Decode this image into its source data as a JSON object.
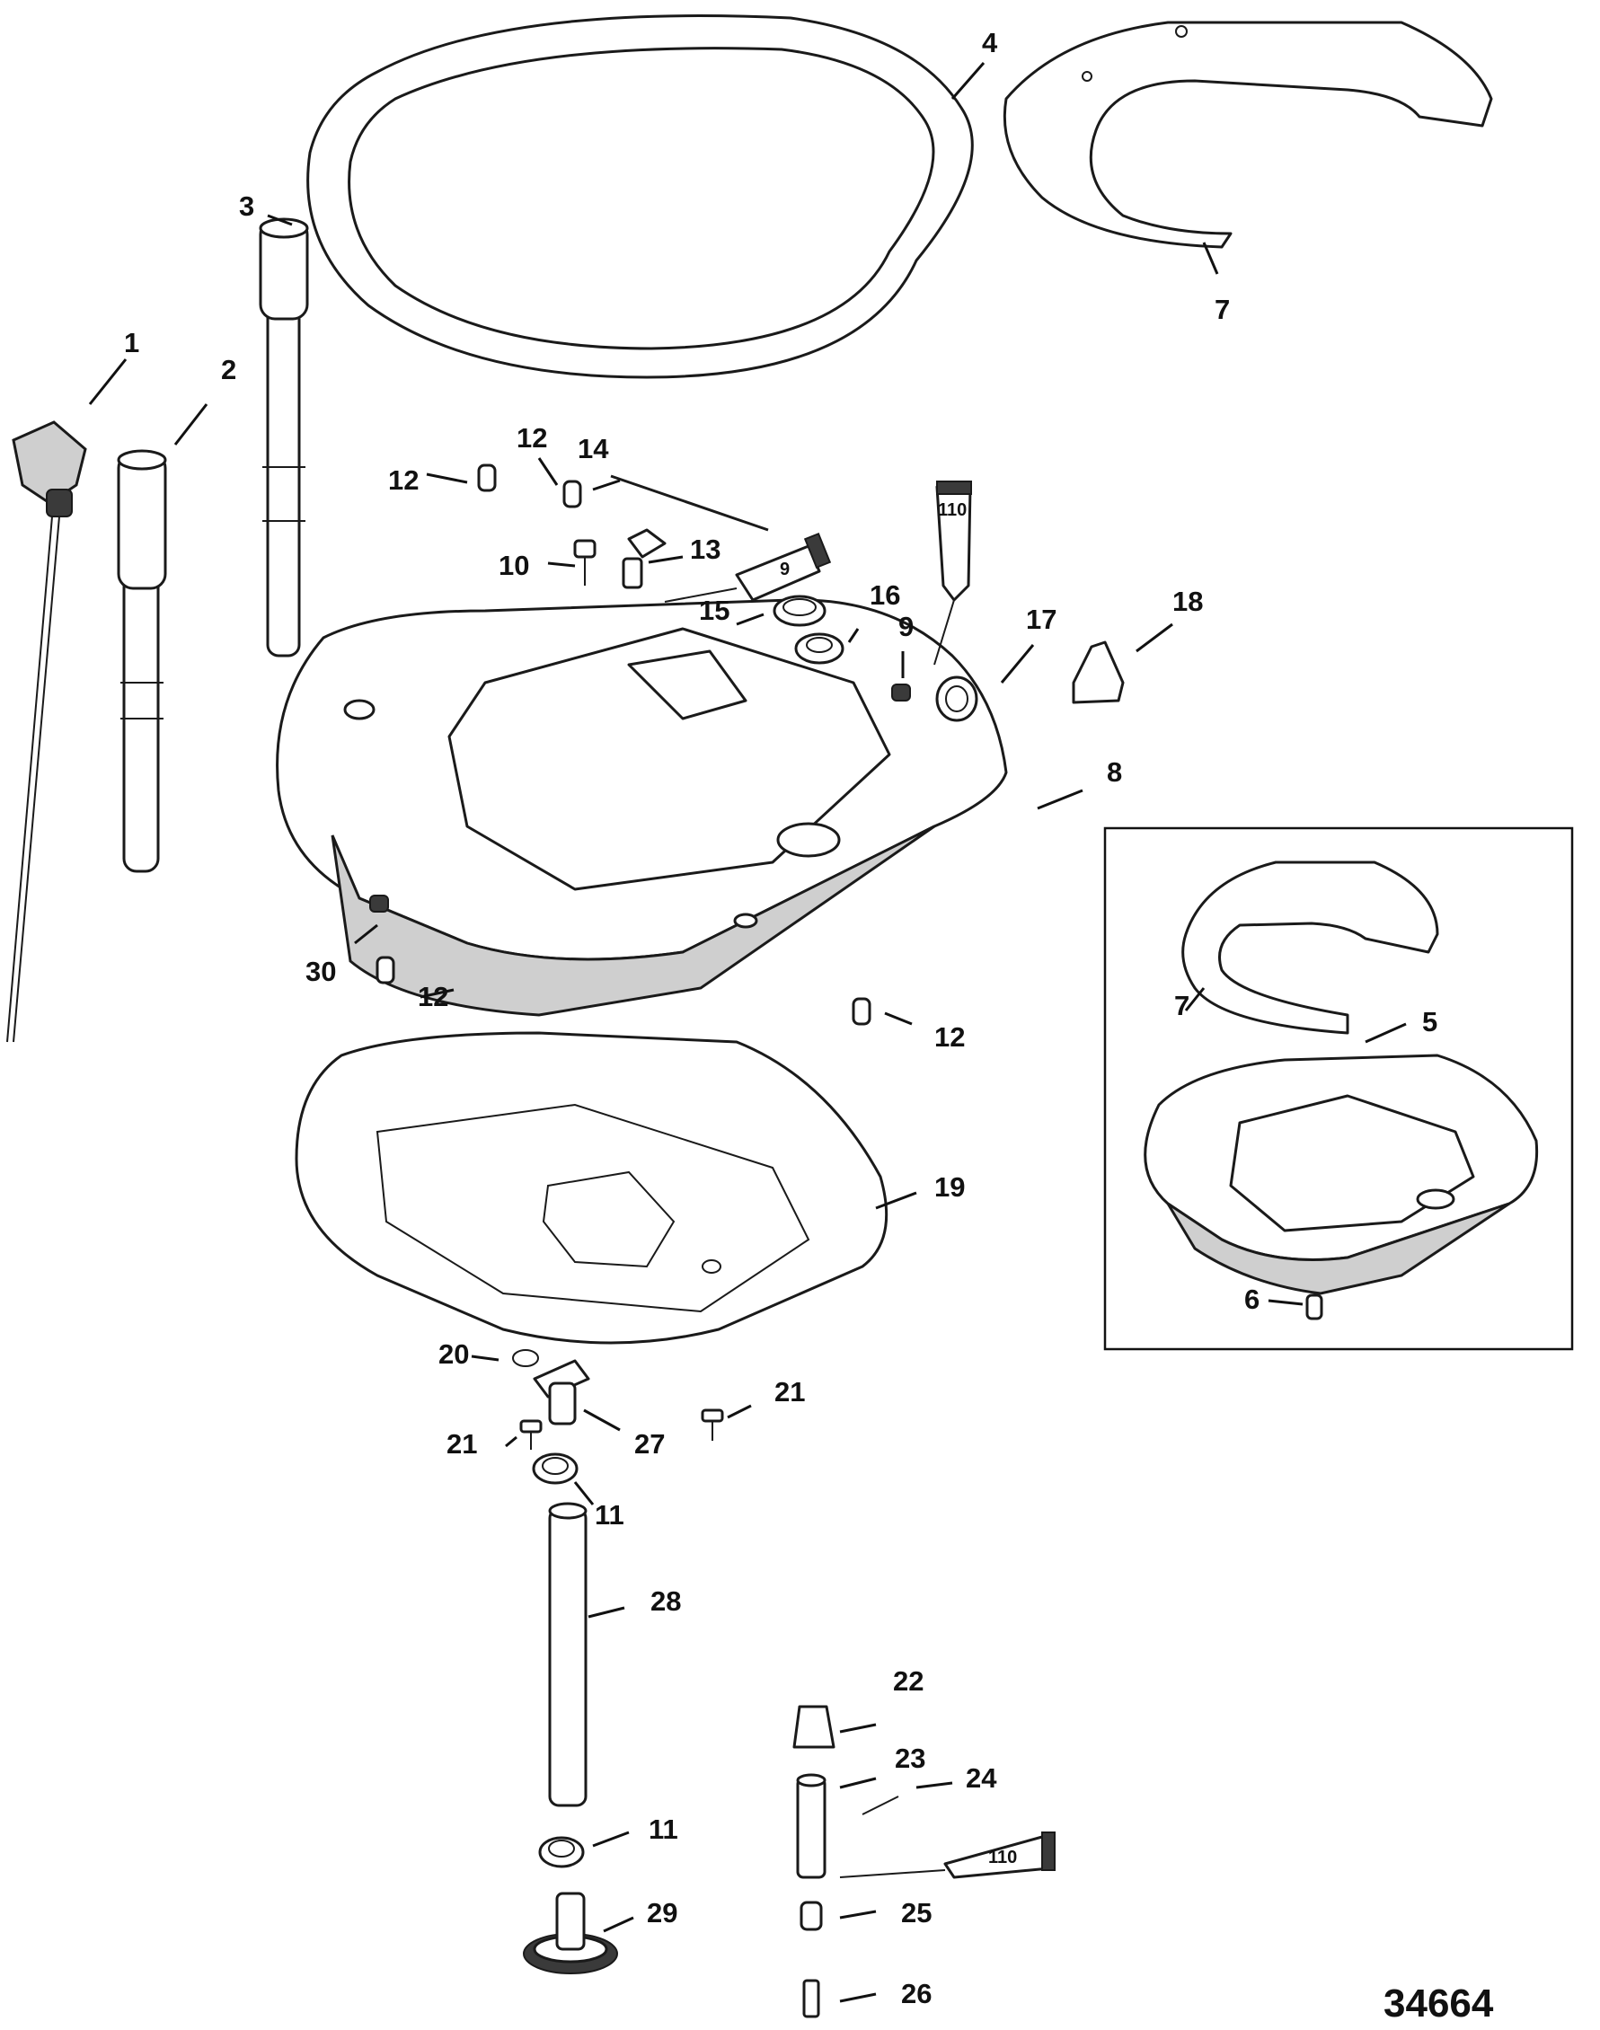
{
  "figure_number": "34664",
  "callouts": {
    "c1": "1",
    "c2": "2",
    "c3": "3",
    "c4": "4",
    "c5": "5",
    "c6": "6",
    "c7a": "7",
    "c7b": "7",
    "c8": "8",
    "c9a": "9",
    "c10": "10",
    "c11a": "11",
    "c11b": "11",
    "c12a": "12",
    "c12b": "12",
    "c12c": "12",
    "c12d": "12",
    "c13": "13",
    "c14": "14",
    "c15": "15",
    "c16": "16",
    "c17": "17",
    "c18": "18",
    "c19": "19",
    "c20": "20",
    "c21a": "21",
    "c21b": "21",
    "c22": "22",
    "c23": "23",
    "c24": "24",
    "c25": "25",
    "c26": "26",
    "c27": "27",
    "c28": "28",
    "c29": "29",
    "c30": "30"
  },
  "sealant_tubes": {
    "t9": "9",
    "t110a": "110",
    "t110b": "110"
  }
}
